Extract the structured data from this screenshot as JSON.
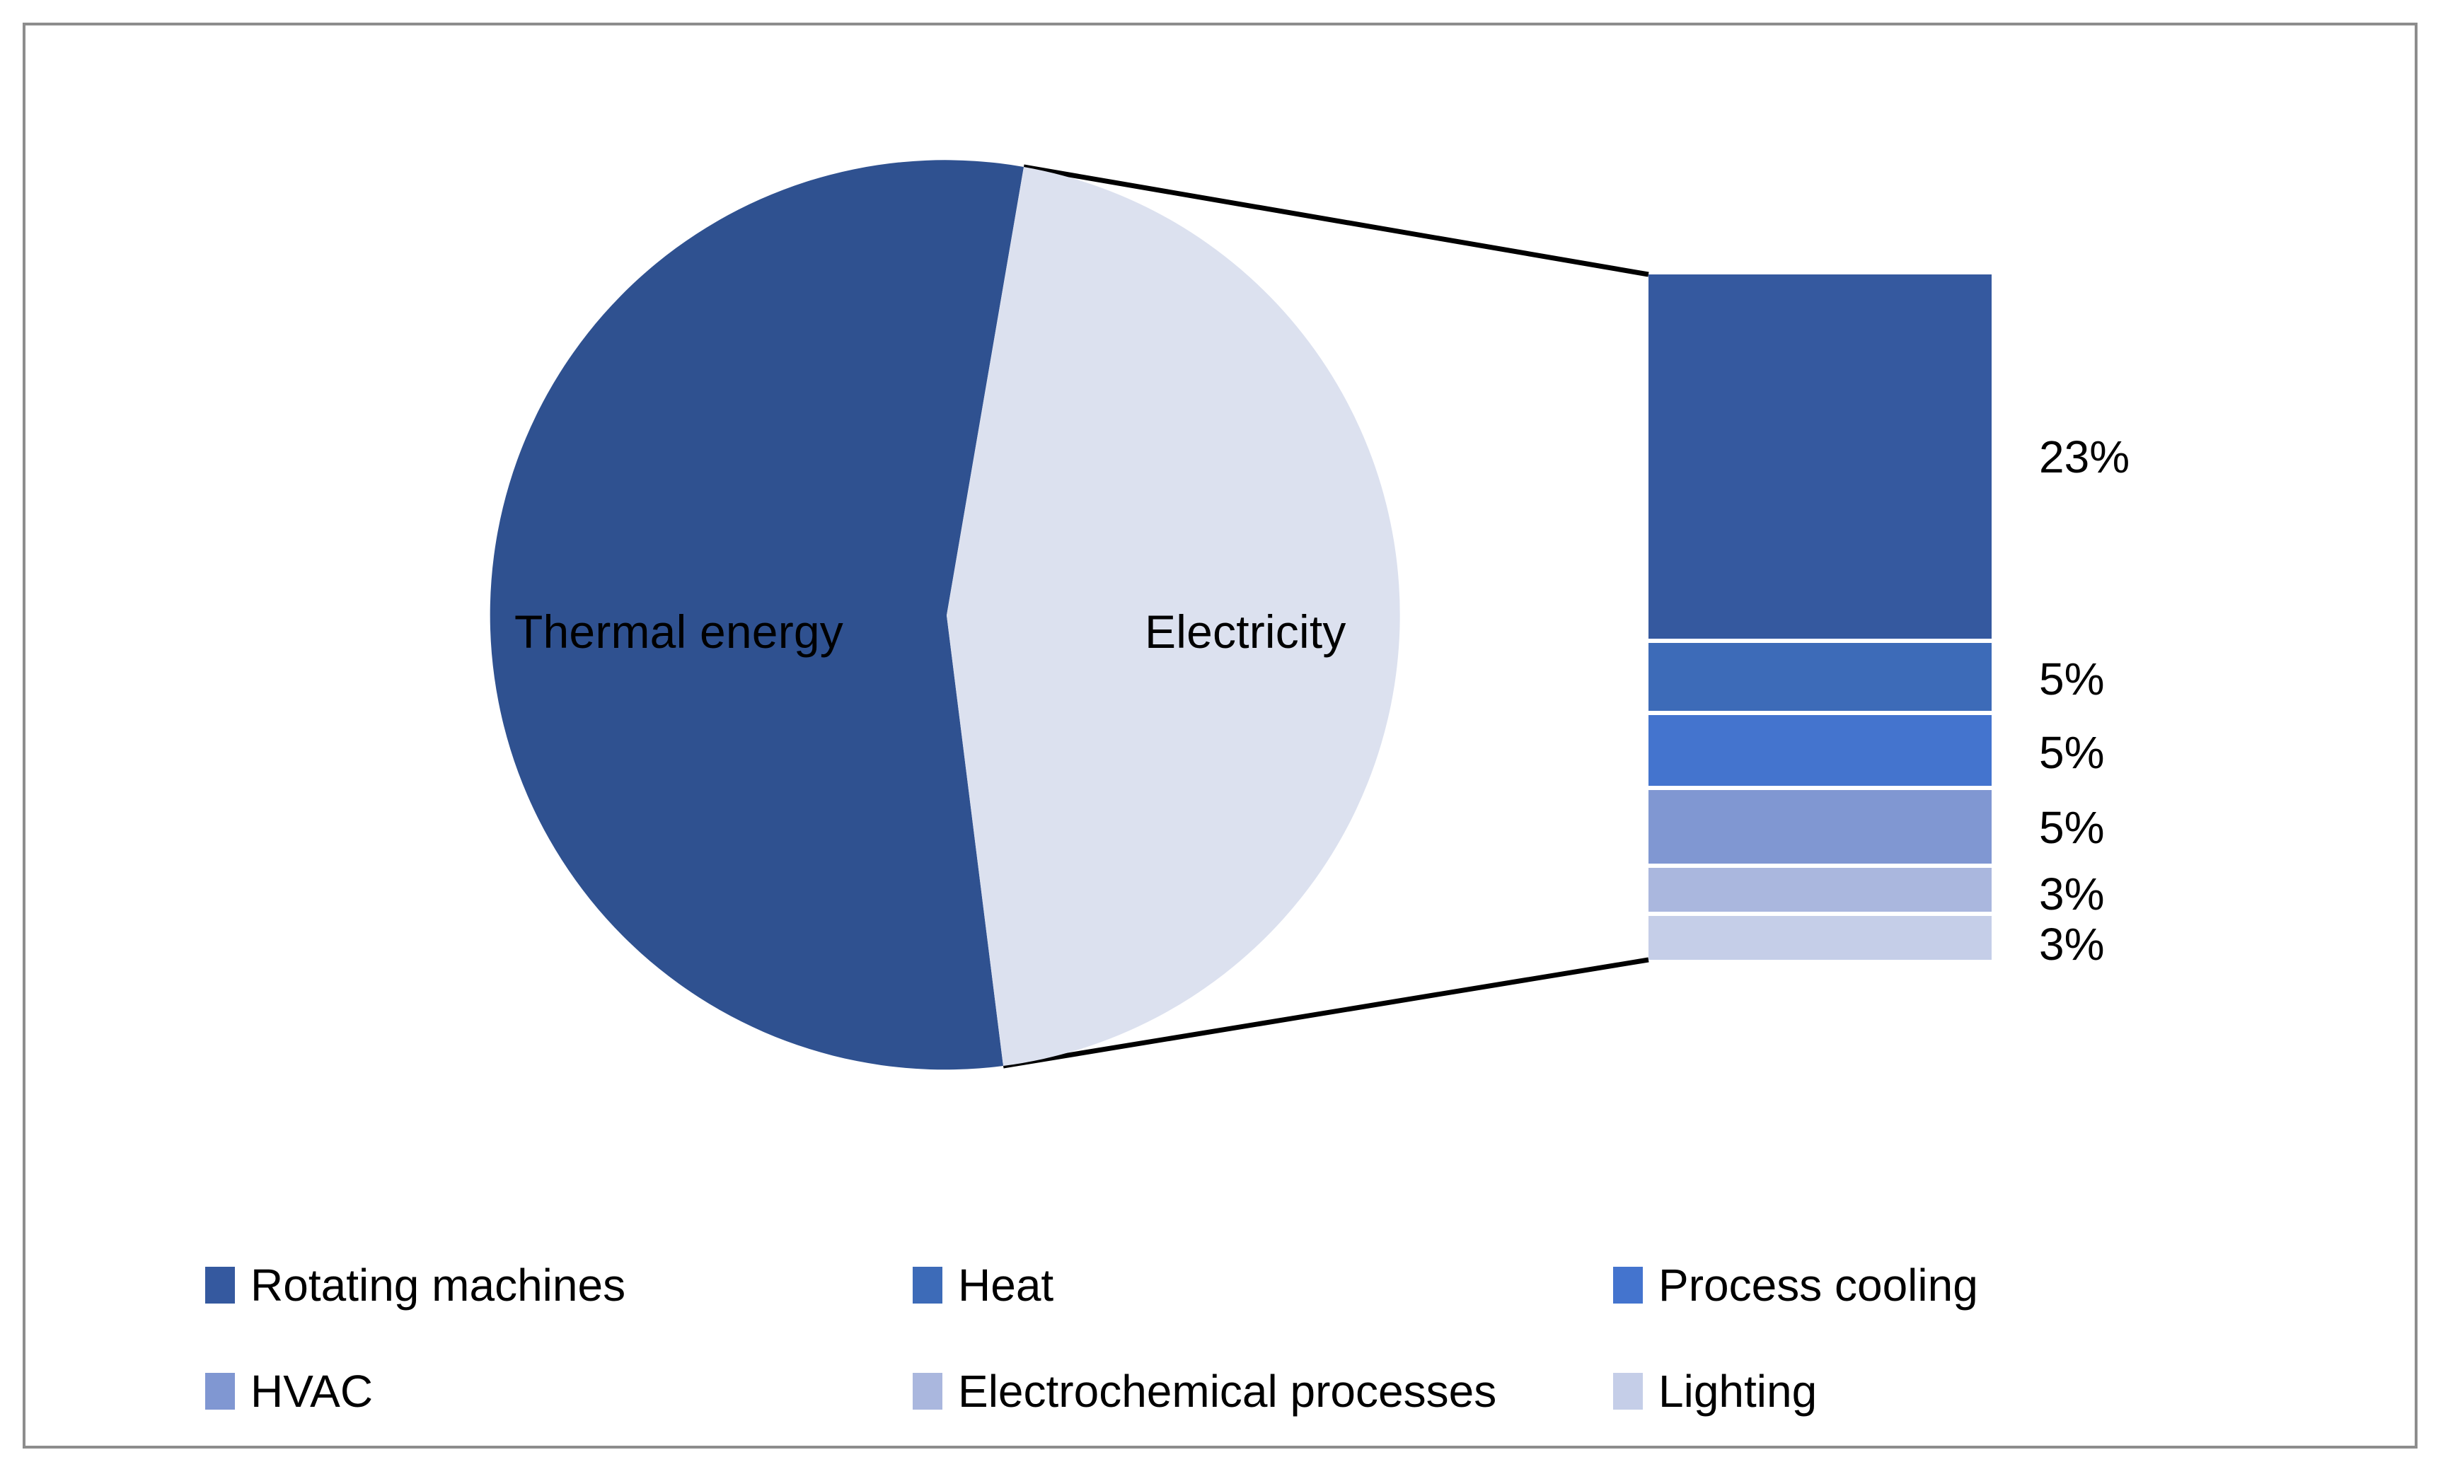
{
  "frame": {
    "border_color": "#8d8d8d",
    "background": "#ffffff"
  },
  "pie": {
    "labels": {
      "thermal": "Thermal energy",
      "electricity": "Electricity"
    }
  },
  "bar_labels": {
    "p0": "23%",
    "p1": "5%",
    "p2": "5%",
    "p3": "5%",
    "p4": "3%",
    "p5": "3%"
  },
  "legend": {
    "items": [
      {
        "label": "Rotating machines",
        "color": "#35599F"
      },
      {
        "label": "Heat",
        "color": "#3D6BB8"
      },
      {
        "label": "Process cooling",
        "color": "#4474CE"
      },
      {
        "label": "HVAC",
        "color": "#8097D2"
      },
      {
        "label": "Electrochemical processes",
        "color": "#AAB7DE"
      },
      {
        "label": "Lighting",
        "color": "#C5CEE8"
      }
    ]
  },
  "chart_data": {
    "type": "pie",
    "title": "",
    "subtitle": "",
    "xlabel": "",
    "ylabel": "",
    "legend_position": "bottom",
    "grid": false,
    "primary": {
      "type": "pie",
      "categories": [
        "Thermal energy",
        "Electricity"
      ],
      "values": [
        56,
        44
      ],
      "unit": "%",
      "colors": [
        "#2F5190",
        "#DCE1EF"
      ],
      "labels_shown": [
        "Thermal energy",
        "Electricity"
      ],
      "note": "bar-of-pie: Electricity slice exploded into stacked bar"
    },
    "secondary": {
      "type": "bar",
      "orientation": "stacked-vertical",
      "categories": [
        "Rotating machines",
        "Heat",
        "Process cooling",
        "HVAC",
        "Electrochemical processes",
        "Lighting"
      ],
      "values": [
        23,
        5,
        5,
        5,
        3,
        3
      ],
      "data_labels": [
        "23%",
        "5%",
        "5%",
        "5%",
        "3%",
        "3%"
      ],
      "unit": "%",
      "colors": [
        "#35599F",
        "#3D6BB8",
        "#4474CE",
        "#8097D2",
        "#AAB7DE",
        "#C5CEE8"
      ],
      "total": 44
    }
  }
}
